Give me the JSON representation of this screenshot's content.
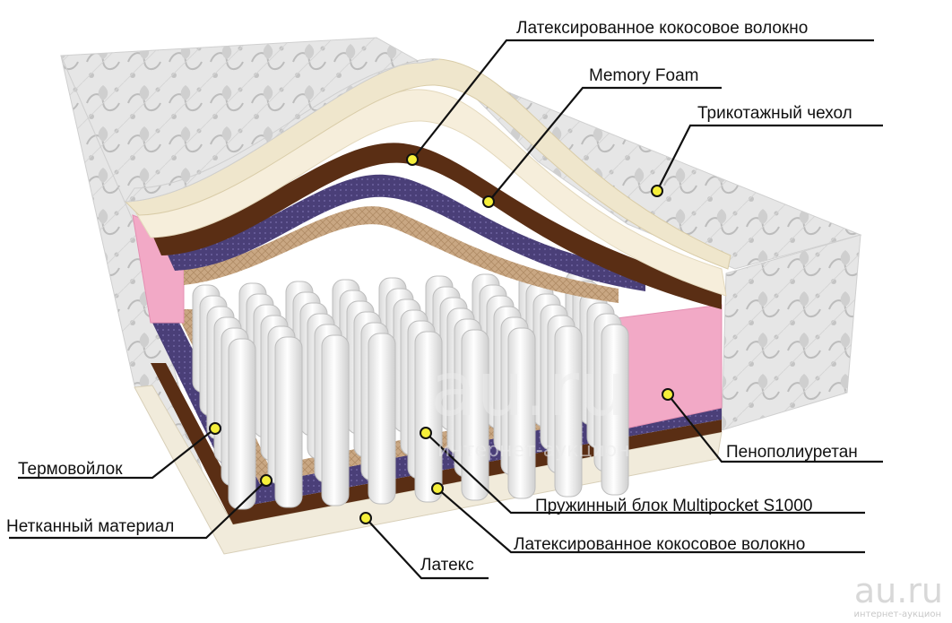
{
  "labels": {
    "latex_coir_top": "Латексированное  кокосовое волокно",
    "memory_foam": "Memory Foam",
    "knit_cover": "Трикотажный чехол",
    "polyurethane_foam": "Пенополиуретан",
    "spring_block": "Пружинный блок Multipocket S1000",
    "latex_coir_bottom": "Латексированное  кокосовое волокно",
    "latex": "Латекс",
    "thermofelt": "Термовойлок",
    "nonwoven": "Нетканный материал"
  },
  "watermark": {
    "center_big": "au.ru",
    "center_small": "интернет-аукцион",
    "corner_big": "au.ru",
    "corner_small": "интернет-аукцион"
  },
  "colors": {
    "cover": "#e2e2e2",
    "latex": "#f1ebdb",
    "memory_foam": "#f4ecd2",
    "coir": "#5a2e14",
    "felt": "#4a3f78",
    "nonwoven": "#c8a682",
    "pu_foam": "#f2a9c6",
    "springs": "#f6f6f6",
    "marker_fill": "#f5ef3a"
  }
}
